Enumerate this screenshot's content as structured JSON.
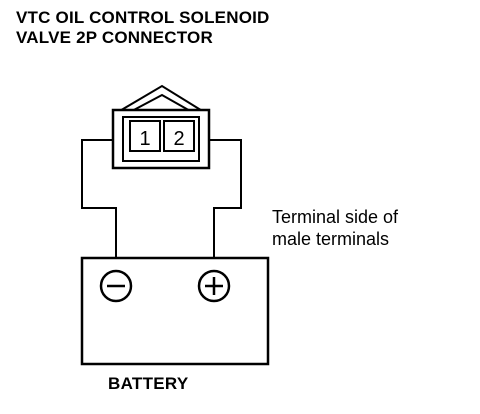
{
  "title": {
    "line1": "VTC OIL CONTROL SOLENOID",
    "line2": "VALVE 2P CONNECTOR"
  },
  "connector": {
    "pin1": "1",
    "pin2": "2"
  },
  "note": {
    "line1": "Terminal side of",
    "line2": "male terminals"
  },
  "battery": {
    "label": "BATTERY",
    "negative_symbol": "minus-icon",
    "positive_symbol": "plus-icon"
  }
}
